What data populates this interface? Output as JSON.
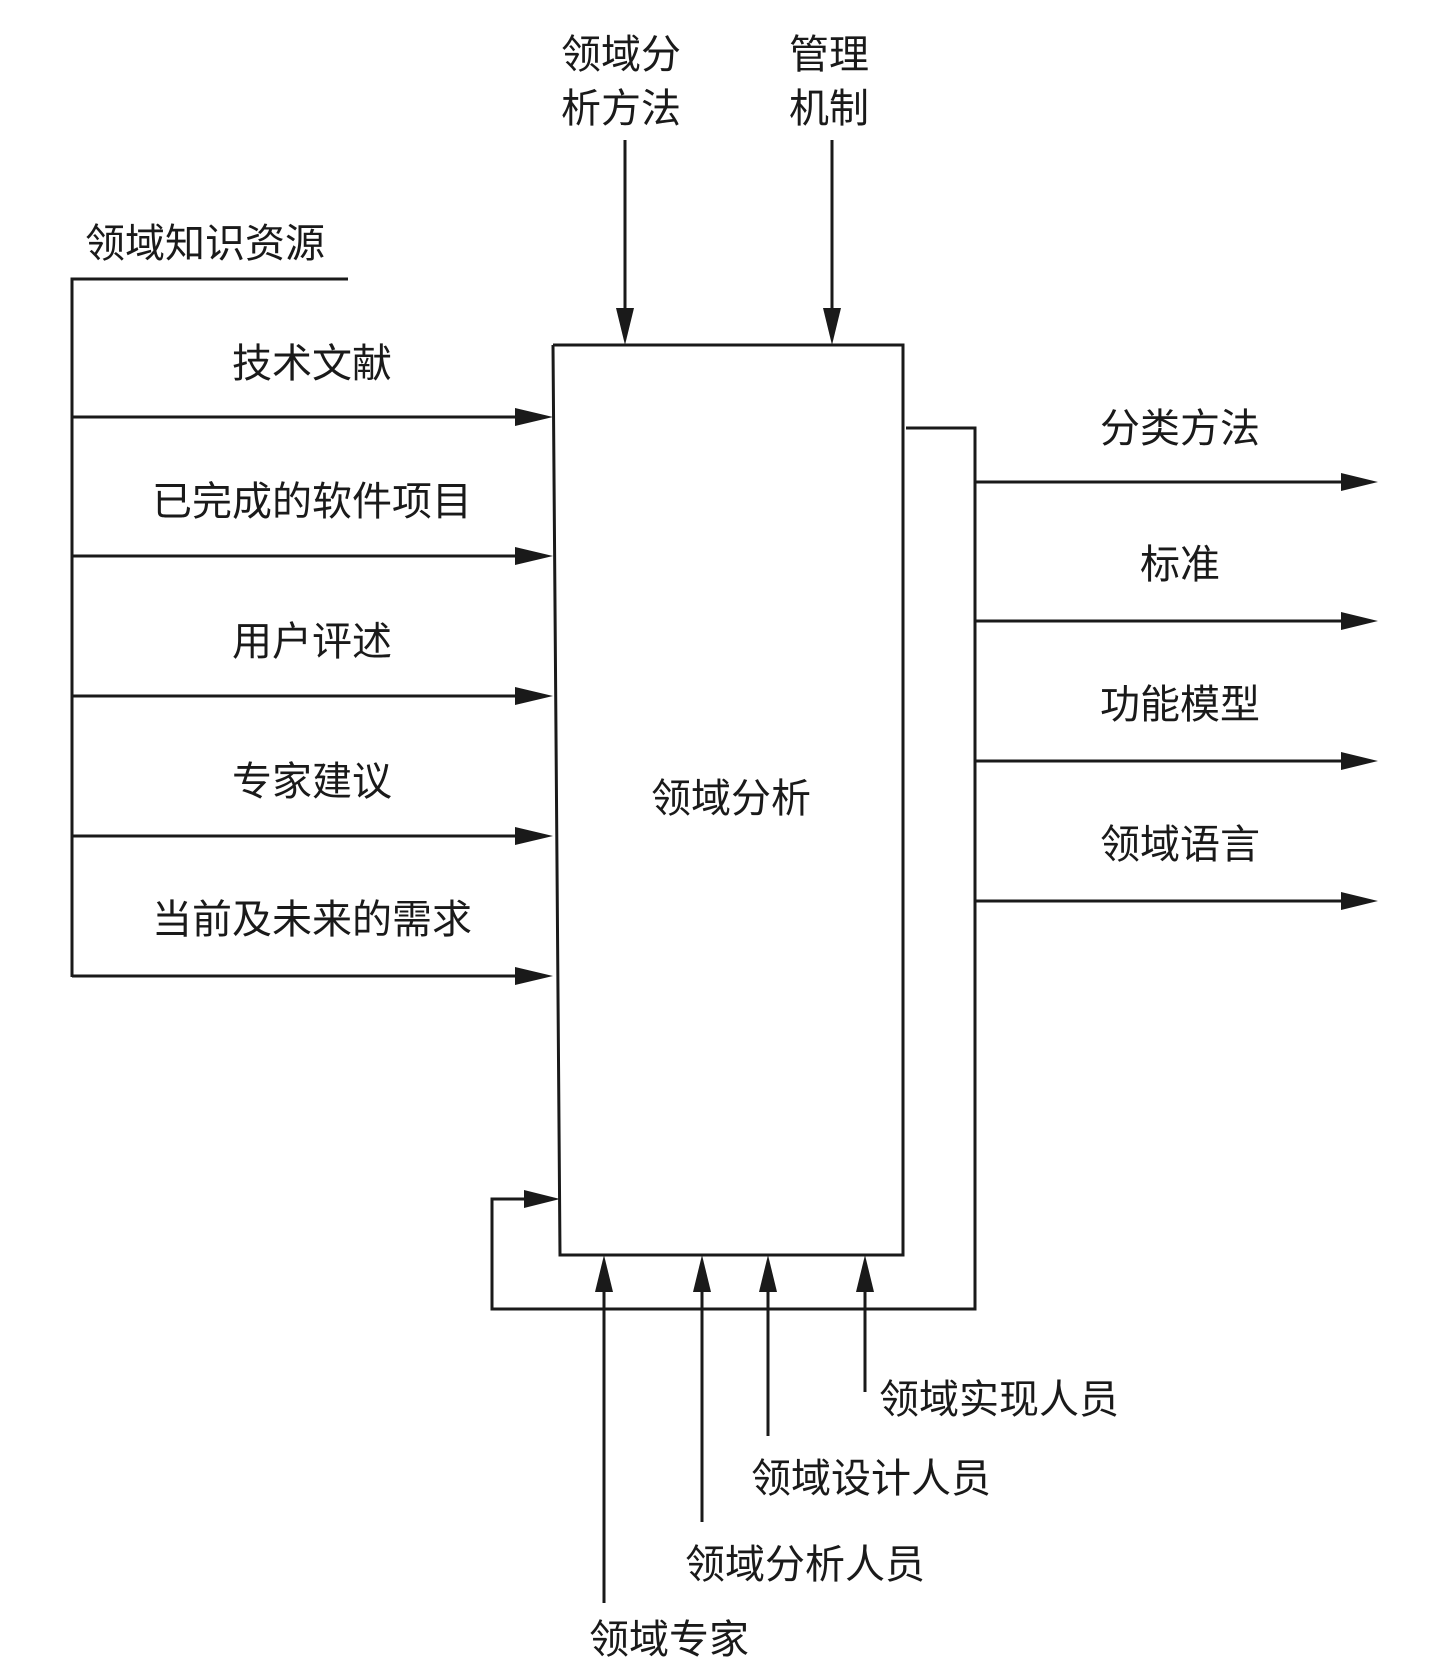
{
  "top_inputs": {
    "method": [
      "领域分",
      "析方法"
    ],
    "management": [
      "管理",
      "机制"
    ]
  },
  "knowledge_source": {
    "title": "领域知识资源",
    "items": [
      "技术文献",
      "已完成的软件项目",
      "用户评述",
      "专家建议",
      "当前及未来的需求"
    ]
  },
  "process": {
    "label": "领域分析"
  },
  "outputs": [
    "分类方法",
    "标准",
    "功能模型",
    "领域语言"
  ],
  "roles": [
    "领域实现人员",
    "领域设计人员",
    "领域分析人员",
    "领域专家"
  ]
}
